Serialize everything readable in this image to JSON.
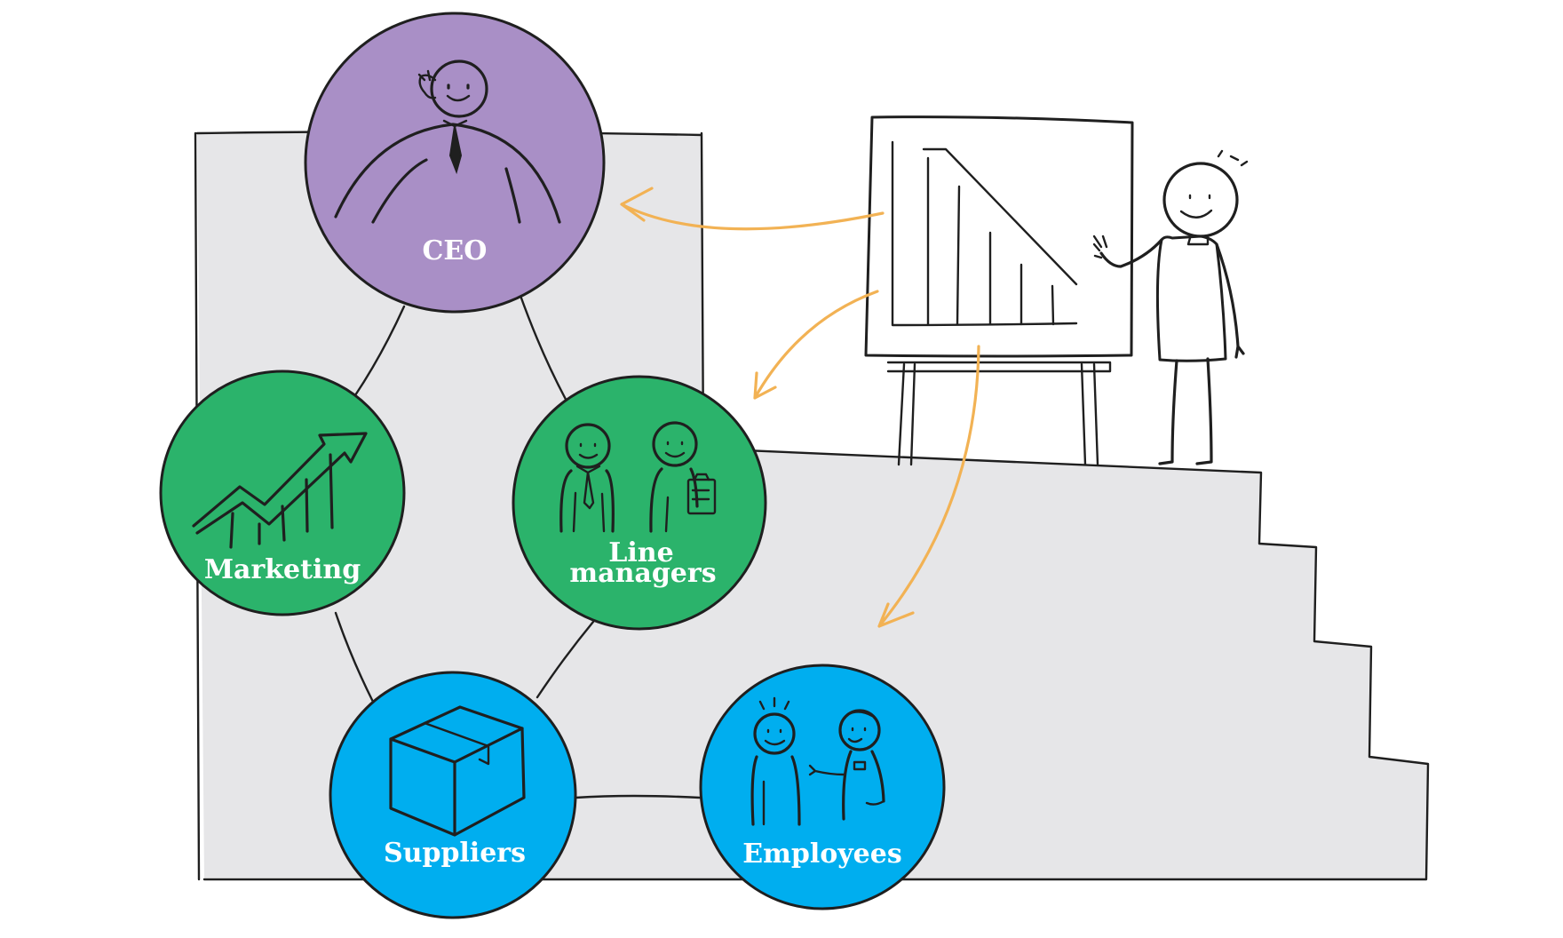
{
  "colors": {
    "background": "#ffffff",
    "staircase": "#e6e6e8",
    "ceo": "#a98fc6",
    "middle": "#2bb36b",
    "bottom": "#00aeef",
    "arrow": "#f2b254",
    "ink": "#1f1f1f",
    "label": "#ffffff"
  },
  "nodes": {
    "ceo": {
      "label": "CEO",
      "icon": "executive-person-icon"
    },
    "marketing": {
      "label": "Marketing",
      "icon": "growth-chart-arrow-icon"
    },
    "line_managers": {
      "label_line1": "Line",
      "label_line2": "managers",
      "icon": "two-managers-icon"
    },
    "suppliers": {
      "label": "Suppliers",
      "icon": "box-icon"
    },
    "employees": {
      "label": "Employees",
      "icon": "two-employees-icon"
    }
  },
  "presenter": {
    "icon": "stick-figure-presenter-icon",
    "board_icon": "declining-chart-flipboard-icon"
  }
}
